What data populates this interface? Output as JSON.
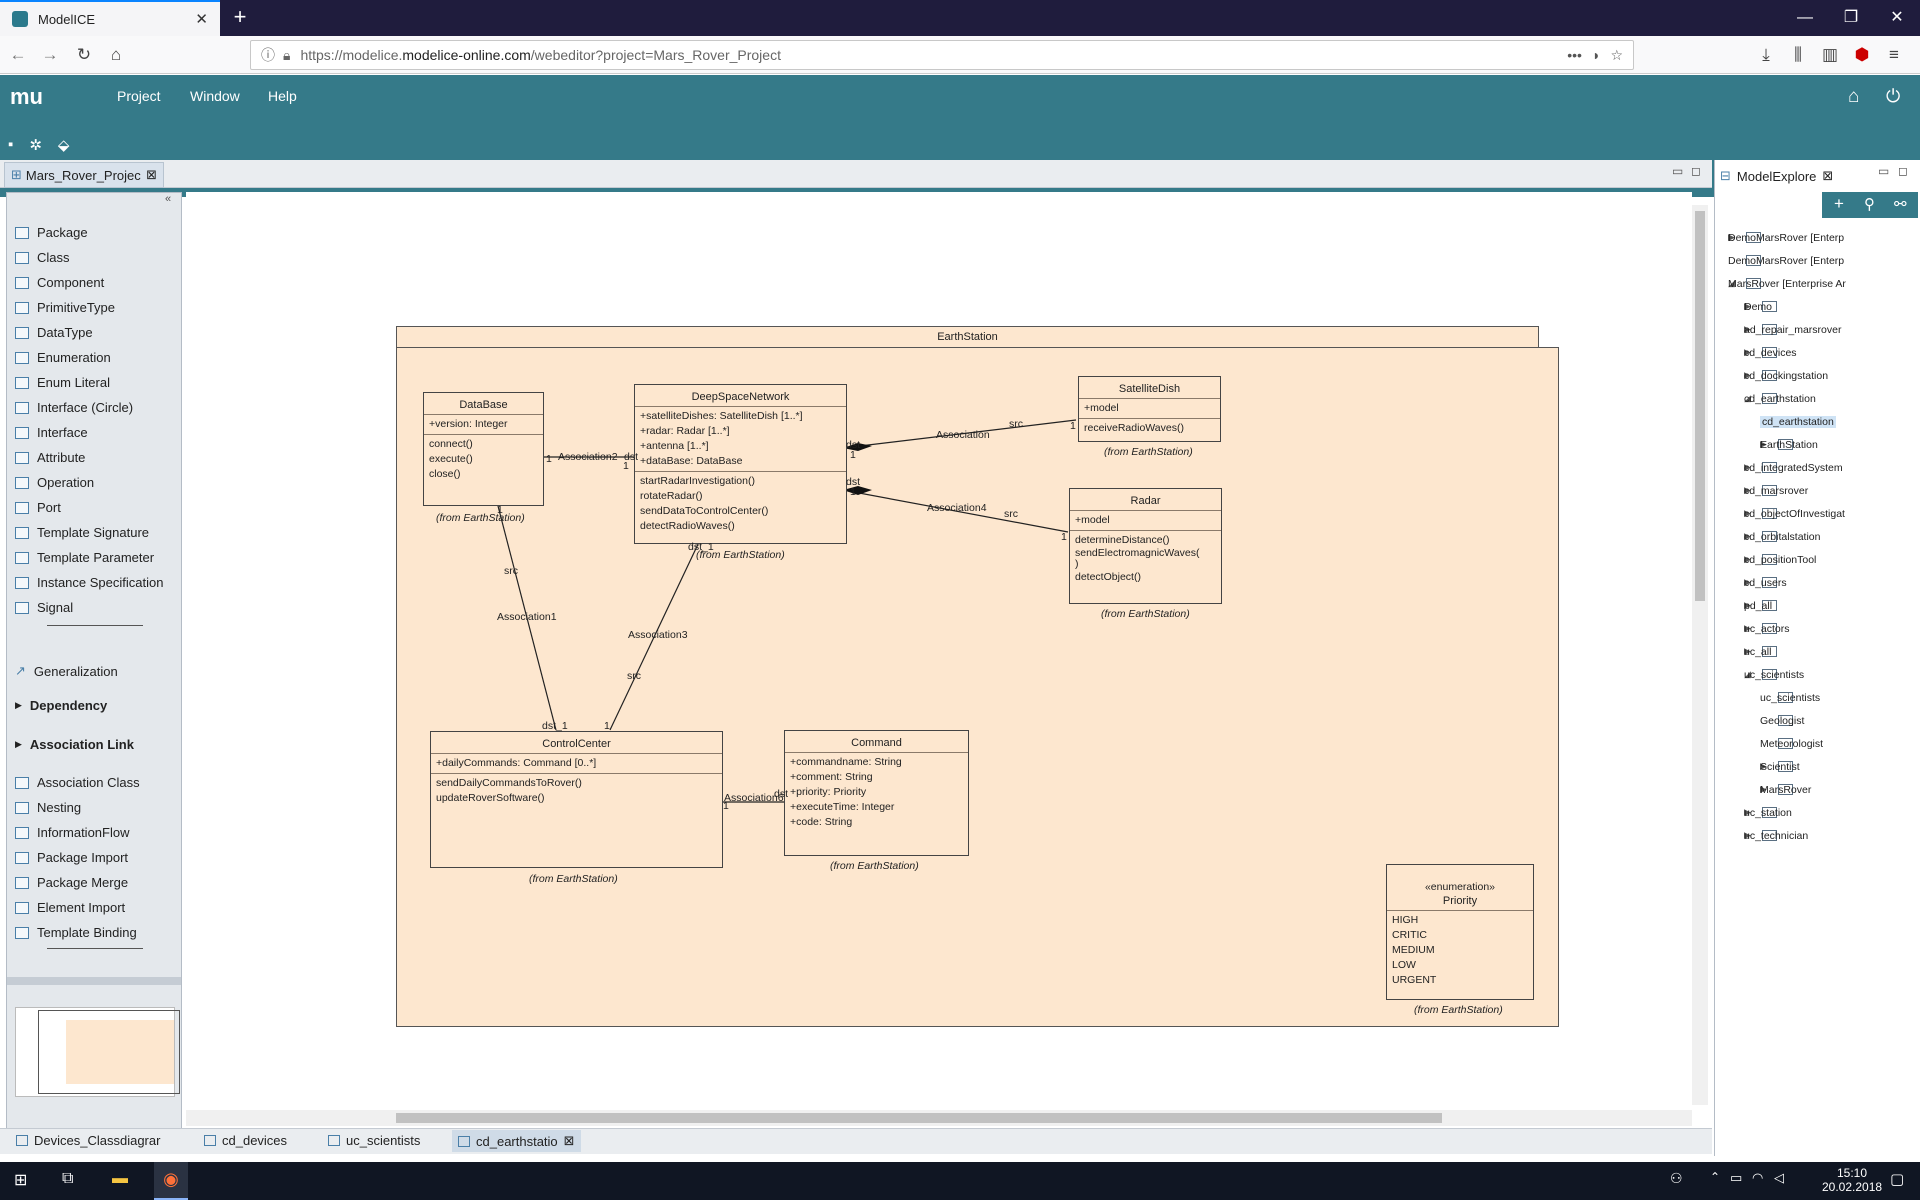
{
  "browser": {
    "tab_title": "ModelICE",
    "url_prefix": "https://modelice.",
    "url_domain": "modelice-online.com",
    "url_path": "/webeditor?project=Mars_Rover_Project"
  },
  "app": {
    "logo": "mu",
    "menus": [
      "Project",
      "Window",
      "Help"
    ]
  },
  "editor": {
    "tab_label": "Mars_Rover_Projec",
    "bottom_tabs": [
      "Devices_Classdiagrar",
      "cd_devices",
      "uc_scientists",
      "cd_earthstatio"
    ]
  },
  "palette": {
    "items": [
      "Package",
      "Class",
      "Component",
      "PrimitiveType",
      "DataType",
      "Enumeration",
      "Enum Literal",
      "Interface (Circle)",
      "Interface",
      "Attribute",
      "Operation",
      "Port",
      "Template Signature",
      "Template Parameter",
      "Instance Specification",
      "Signal"
    ],
    "relations": [
      "Generalization"
    ],
    "groups": [
      "Dependency",
      "Association Link"
    ],
    "items2": [
      "Association Class",
      "Nesting",
      "InformationFlow",
      "Package Import",
      "Package Merge",
      "Element Import",
      "Template Binding"
    ]
  },
  "diagram": {
    "frame_title": "EarthStation",
    "from_label": "(from EarthStation)",
    "classes": {
      "database": {
        "name": "DataBase",
        "attrs": [
          "+version: Integer"
        ],
        "ops": [
          "connect()",
          "execute()",
          "close()"
        ]
      },
      "dsn": {
        "name": "DeepSpaceNetwork",
        "attrs": [
          "+satelliteDishes: SatelliteDish [1..*]",
          "+radar: Radar [1..*]",
          "+antenna [1..*]",
          "+dataBase: DataBase"
        ],
        "ops": [
          "startRadarInvestigation()",
          "rotateRadar()",
          "sendDataToControlCenter()",
          "detectRadioWaves()"
        ]
      },
      "satdish": {
        "name": "SatelliteDish",
        "attrs": [
          "+model"
        ],
        "ops": [
          "receiveRadioWaves()"
        ]
      },
      "radar": {
        "name": "Radar",
        "attrs": [
          "+model"
        ],
        "ops": [
          "determineDistance()",
          "sendElectromagnicWaves(",
          ")",
          "detectObject()"
        ]
      },
      "control": {
        "name": "ControlCenter",
        "attrs": [
          "+dailyCommands: Command [0..*]"
        ],
        "ops": [
          "sendDailyCommandsToRover()",
          "updateRoverSoftware()"
        ]
      },
      "command": {
        "name": "Command",
        "attrs": [
          "+commandname: String",
          "+comment: String",
          "+priority: Priority",
          "+executeTime: Integer",
          "+code: String"
        ]
      },
      "priority": {
        "stereotype": "«enumeration»",
        "name": "Priority",
        "literals": [
          "HIGH",
          "CRITIC",
          "MEDIUM",
          "LOW",
          "URGENT"
        ]
      }
    },
    "labels": {
      "assoc": "Association",
      "assoc1": "Association1",
      "assoc2": "Association2",
      "assoc3": "Association3",
      "assoc4": "Association4",
      "assoc6": "Association6",
      "src": "src",
      "dst": "dst",
      "one": "1",
      "dst_one": "dst_1"
    }
  },
  "explorer": {
    "tab_label": "ModelExplore",
    "items": [
      {
        "label": "DemoMarsRover [Enterp",
        "lvl": 0,
        "tw": "▶"
      },
      {
        "label": "DemoMarsRover [Enterp",
        "lvl": 0,
        "tw": ""
      },
      {
        "label": "MarsRover [Enterprise Ar",
        "lvl": 0,
        "tw": "◢"
      },
      {
        "label": "Demo",
        "lvl": 1,
        "tw": "▶"
      },
      {
        "label": "ad_repair_marsrover",
        "lvl": 1,
        "tw": "▶"
      },
      {
        "label": "cd_devices",
        "lvl": 1,
        "tw": "▶"
      },
      {
        "label": "cd_dockingstation",
        "lvl": 1,
        "tw": "▶"
      },
      {
        "label": "cd_earthstation",
        "lvl": 1,
        "tw": "◢"
      },
      {
        "label": "cd_earthstation",
        "lvl": 2,
        "tw": "",
        "sel": true
      },
      {
        "label": "EarthStation",
        "lvl": 2,
        "tw": "▶"
      },
      {
        "label": "cd_integratedSystem",
        "lvl": 1,
        "tw": "▶"
      },
      {
        "label": "cd_marsrover",
        "lvl": 1,
        "tw": "▶"
      },
      {
        "label": "cd_objectOfInvestigat",
        "lvl": 1,
        "tw": "▶"
      },
      {
        "label": "cd_orbitalstation",
        "lvl": 1,
        "tw": "▶"
      },
      {
        "label": "cd_positionTool",
        "lvl": 1,
        "tw": "▶"
      },
      {
        "label": "cd_users",
        "lvl": 1,
        "tw": "▶"
      },
      {
        "label": "pd_all",
        "lvl": 1,
        "tw": "▶"
      },
      {
        "label": "uc_actors",
        "lvl": 1,
        "tw": "▶"
      },
      {
        "label": "uc_all",
        "lvl": 1,
        "tw": "▶"
      },
      {
        "label": "uc_scientists",
        "lvl": 1,
        "tw": "◢"
      },
      {
        "label": "uc_scientists",
        "lvl": 2,
        "tw": ""
      },
      {
        "label": "Geologist",
        "lvl": 2,
        "tw": ""
      },
      {
        "label": "Meteorologist",
        "lvl": 2,
        "tw": ""
      },
      {
        "label": "Scientist",
        "lvl": 2,
        "tw": "▶"
      },
      {
        "label": "MarsRover",
        "lvl": 2,
        "tw": "▶"
      },
      {
        "label": "uc_station",
        "lvl": 1,
        "tw": "▶"
      },
      {
        "label": "uc_technician",
        "lvl": 1,
        "tw": "▶"
      }
    ]
  },
  "taskbar": {
    "time": "15:10",
    "date": "20.02.2018"
  }
}
